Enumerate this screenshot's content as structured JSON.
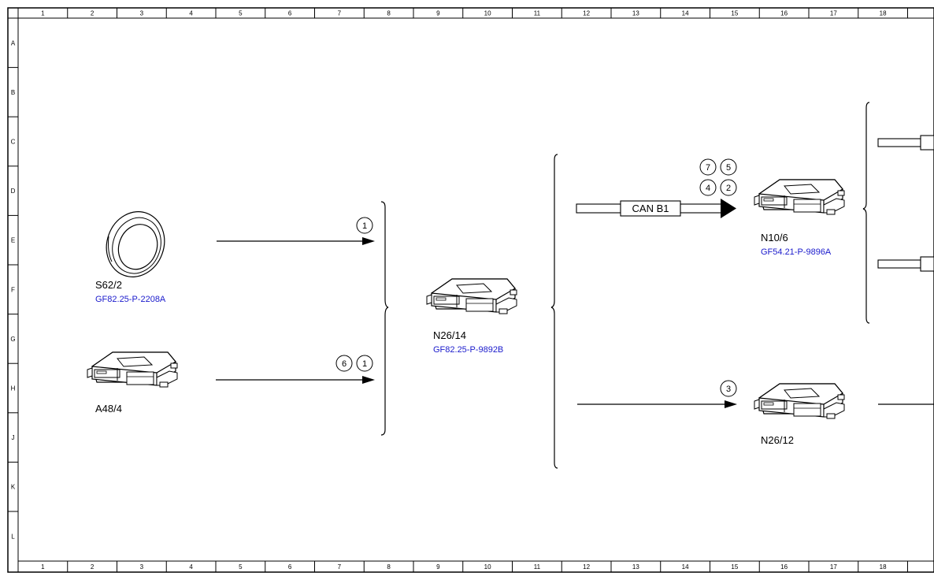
{
  "ruler": {
    "columns": [
      "1",
      "2",
      "3",
      "4",
      "5",
      "6",
      "7",
      "8",
      "9",
      "10",
      "11",
      "12",
      "13",
      "14",
      "15",
      "16",
      "17",
      "18"
    ],
    "rows": [
      "A",
      "B",
      "C",
      "D",
      "E",
      "F",
      "G",
      "H",
      "J",
      "K",
      "L"
    ]
  },
  "components": {
    "s62_2": {
      "label": "S62/2",
      "ref": "GF82.25-P-2208A"
    },
    "a48_4": {
      "label": "A48/4"
    },
    "n26_14": {
      "label": "N26/14",
      "ref": "GF82.25-P-9892B"
    },
    "n10_6": {
      "label": "N10/6",
      "ref": "GF54.21-P-9896A"
    },
    "n26_12": {
      "label": "N26/12"
    }
  },
  "signals": {
    "s62_arrow": [
      "1"
    ],
    "a48_arrow": [
      "6",
      "1"
    ],
    "can_top": [
      "7",
      "5"
    ],
    "can_bottom": [
      "4",
      "2"
    ],
    "n26_12_arrow": [
      "3"
    ]
  },
  "can_bus": {
    "label": "CAN B1"
  }
}
